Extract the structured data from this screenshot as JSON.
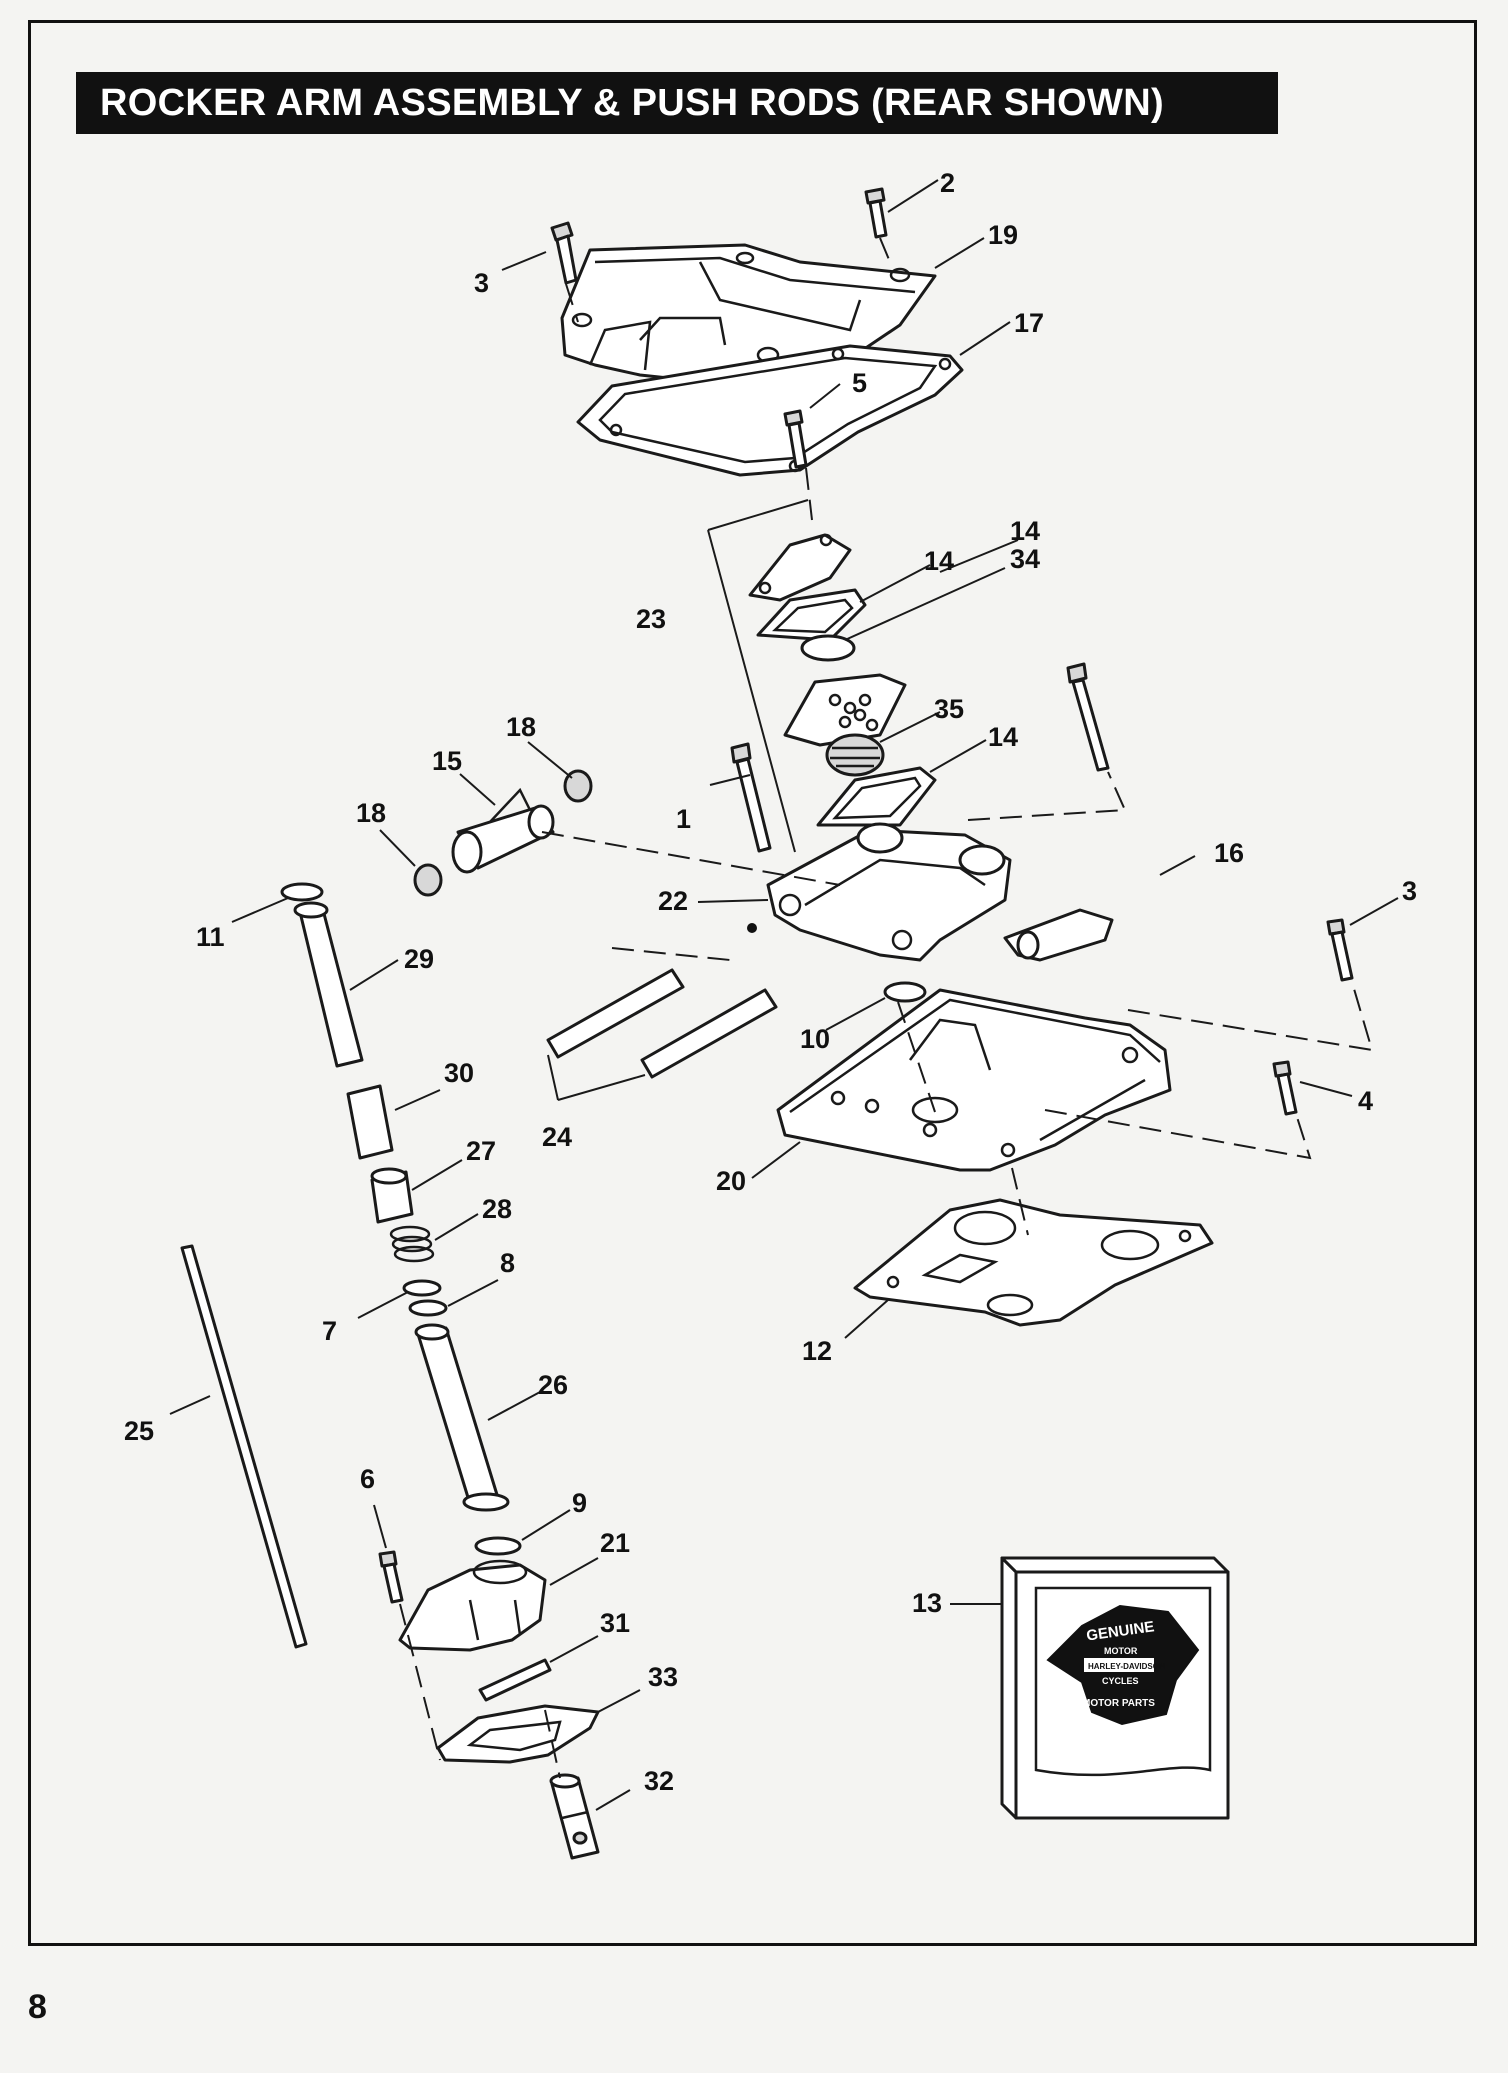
{
  "title": "ROCKER ARM ASSEMBLY & PUSH RODS (REAR SHOWN)",
  "page_number": "8",
  "callouts": {
    "c1": "1",
    "c2": "2",
    "c3a": "3",
    "c3b": "3",
    "c4": "4",
    "c5": "5",
    "c6": "6",
    "c7": "7",
    "c8": "8",
    "c9": "9",
    "c10": "10",
    "c11": "11",
    "c12": "12",
    "c13": "13",
    "c14a": "14",
    "c14b": "14",
    "c14c": "14",
    "c34": "34",
    "c15": "15",
    "c16": "16",
    "c17": "17",
    "c18a": "18",
    "c18b": "18",
    "c19": "19",
    "c20": "20",
    "c21": "21",
    "c22": "22",
    "c23": "23",
    "c24": "24",
    "c25": "25",
    "c26": "26",
    "c27": "27",
    "c28": "28",
    "c29": "29",
    "c30": "30",
    "c31": "31",
    "c32": "32",
    "c33": "33",
    "c35": "35"
  },
  "logo": {
    "top": "GENUINE",
    "m1": "MOTOR",
    "brand": "HARLEY-DAVIDSON",
    "m2": "CYCLES",
    "bottom": "MOTOR PARTS"
  }
}
